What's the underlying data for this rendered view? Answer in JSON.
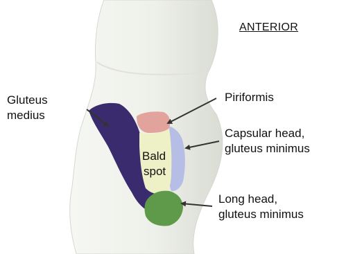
{
  "view_label": "ANTERIOR",
  "labels": {
    "gluteus_medius": [
      "Gluteus",
      "medius"
    ],
    "piriformis": [
      "Piriformis"
    ],
    "capsular_head": [
      "Capsular head,",
      "gluteus minimus"
    ],
    "long_head": [
      "Long head,",
      "gluteus minimus"
    ],
    "bald_spot": [
      "Bald",
      "spot"
    ]
  },
  "colors": {
    "bone": "#eef0ea",
    "gluteus_medius": "#3a2a6e",
    "piriformis": "#e3a39d",
    "capsular_head": "#b6bee6",
    "long_head": "#5f9a4a",
    "bald_spot": "#eef1c6",
    "arrow": "#333333"
  }
}
